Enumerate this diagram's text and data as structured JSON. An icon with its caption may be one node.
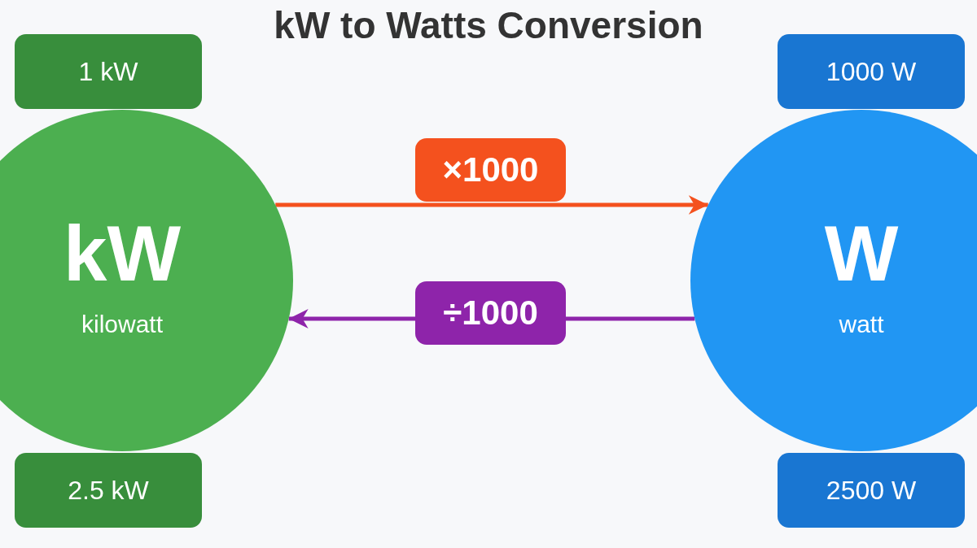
{
  "diagram": {
    "title": "kW to Watts Conversion",
    "nodes": [
      {
        "text": [
          "kW",
          "kilowatt"
        ]
      },
      {
        "text": [
          "1 kW"
        ]
      },
      {
        "text": [
          "2.5 kW"
        ]
      },
      {
        "text": [
          "W",
          "watt"
        ]
      },
      {
        "text": [
          "1000 W"
        ]
      },
      {
        "text": [
          "2500 W"
        ]
      }
    ],
    "edges": [
      {
        "from": 0,
        "to": 3,
        "arrow": "to",
        "label": "×1000",
        "color": "#f4511e"
      },
      {
        "from": 3,
        "to": 0,
        "arrow": "to",
        "label": "÷1000",
        "color": "#8e24aa"
      }
    ]
  }
}
